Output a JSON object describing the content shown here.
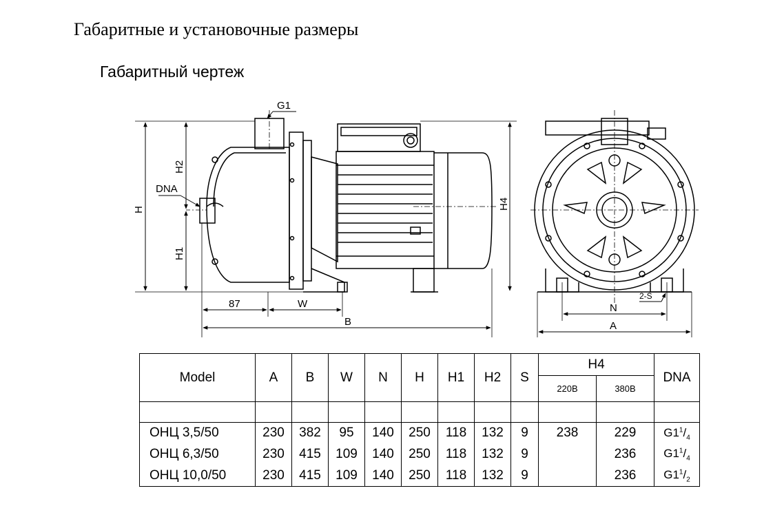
{
  "page": {
    "title": "Габаритные и установочные размеры",
    "subtitle": "Габаритный чертеж"
  },
  "drawing_labels": {
    "g1": "G1",
    "h2": "H2",
    "dna": "DNA",
    "h": "H",
    "h1": "H1",
    "h4": "H4",
    "d87": "87",
    "w": "W",
    "b": "B",
    "two_s": "2-S",
    "n": "N",
    "a": "A"
  },
  "table": {
    "headers": {
      "model": "Model",
      "a": "A",
      "b": "B",
      "w": "W",
      "n": "N",
      "h": "H",
      "h1": "H1",
      "h2": "H2",
      "s": "S",
      "h4": "H4",
      "h4_220": "220В",
      "h4_380": "380В",
      "dna": "DNA"
    },
    "rows": [
      {
        "model": "ОНЦ 3,5/50",
        "a": "230",
        "b": "382",
        "w": "95",
        "n": "140",
        "h": "250",
        "h1": "118",
        "h2": "132",
        "s": "9",
        "h4_220": "238",
        "h4_380": "229",
        "dna_base": "G1",
        "dna_num": "1",
        "dna_den": "4"
      },
      {
        "model": "ОНЦ 6,3/50",
        "a": "230",
        "b": "415",
        "w": "109",
        "n": "140",
        "h": "250",
        "h1": "118",
        "h2": "132",
        "s": "9",
        "h4_220": "",
        "h4_380": "236",
        "dna_base": "G1",
        "dna_num": "1",
        "dna_den": "4"
      },
      {
        "model": "ОНЦ 10,0/50",
        "a": "230",
        "b": "415",
        "w": "109",
        "n": "140",
        "h": "250",
        "h1": "118",
        "h2": "132",
        "s": "9",
        "h4_220": "",
        "h4_380": "236",
        "dna_base": "G1",
        "dna_num": "1",
        "dna_den": "2"
      }
    ]
  }
}
